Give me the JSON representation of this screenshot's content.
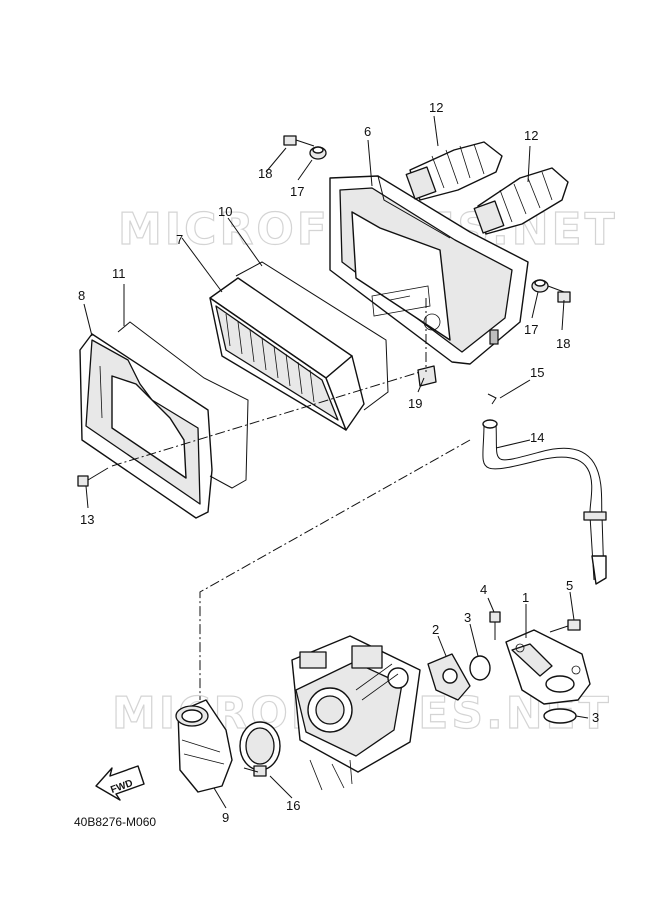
{
  "watermark": {
    "top": "MICROFICHES.NET",
    "bottom": "MICROFICHES.NET"
  },
  "callouts": {
    "c1": "1",
    "c2": "2",
    "c3a": "3",
    "c3b": "3",
    "c4": "4",
    "c5": "5",
    "c6": "6",
    "c7": "7",
    "c8": "8",
    "c9": "9",
    "c10": "10",
    "c11": "11",
    "c12a": "12",
    "c12b": "12",
    "c13": "13",
    "c14": "14",
    "c15": "15",
    "c16": "16",
    "c17a": "17",
    "c17b": "17",
    "c18a": "18",
    "c18b": "18",
    "c19": "19"
  },
  "fwd_label": "FWD",
  "diagram_code": "40B8276-M060"
}
